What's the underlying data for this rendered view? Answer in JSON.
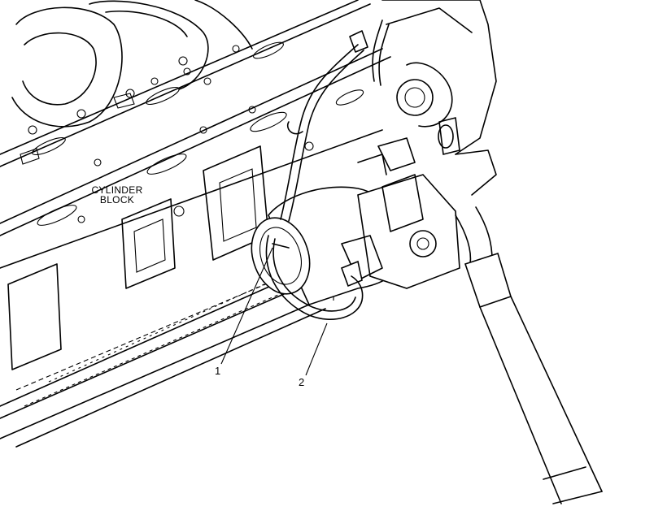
{
  "labels": {
    "block_line1": "CYLINDER",
    "block_line2": "BLOCK"
  },
  "callouts": [
    {
      "number": "1"
    },
    {
      "number": "2"
    }
  ],
  "colors": {
    "ink": "#000000",
    "paper": "#ffffff"
  }
}
